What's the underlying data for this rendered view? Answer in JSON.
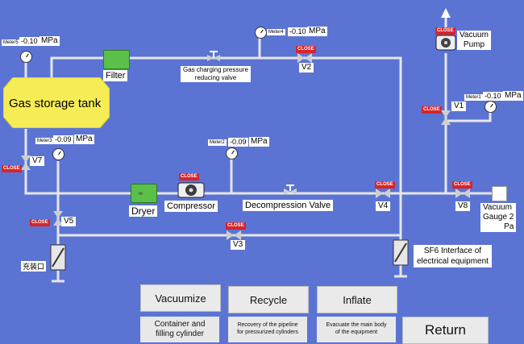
{
  "colors": {
    "background": "#5b74d4",
    "pipe": "#e6e6e6",
    "tank": "#f6ec56",
    "close_badge": "#d7242a",
    "filter_green": "#5ac04a"
  },
  "labels": {
    "tank": "Gas storage tank",
    "filter": "Filter",
    "dryer": "Dryer",
    "compressor": "Compressor",
    "decompression_valve": "Decompression Valve",
    "gas_charging_line1": "Gas charging pressure",
    "gas_charging_line2": "reducing valve",
    "vacuum_pump_line1": "Vacuum",
    "vacuum_pump_line2": "Pump",
    "vacuum_gauge_line1": "Vacuum",
    "vacuum_gauge_line2": "Gauge 2",
    "vacuum_gauge_unit": "Pa",
    "sf6_line1": "SF6 Interface of",
    "sf6_line2": "electrical equipment",
    "charging_port": "充装口"
  },
  "valves": {
    "v1": "V1",
    "v2": "V2",
    "v3": "V3",
    "v4": "V4",
    "v5": "V5",
    "v7": "V7",
    "v8": "V8"
  },
  "close_label": "CLOSE",
  "meters": {
    "meter1": {
      "name": "Meter1",
      "value": "-0.10",
      "unit": "MPa"
    },
    "meter2": {
      "name": "Meter2",
      "value": "-0.09",
      "unit": "MPa"
    },
    "meter3": {
      "name": "Meter3",
      "value": "-0.09",
      "unit": "MPa"
    },
    "meter4": {
      "name": "Meter4",
      "value": "-0.10",
      "unit": "MPa"
    },
    "meter5": {
      "name": "Meter5",
      "value": "-0.10",
      "unit": "MPa"
    }
  },
  "buttons": {
    "vacuumize": "Vacuumize",
    "recycle": "Recycle",
    "inflate": "Inflate",
    "return": "Return"
  },
  "descriptions": {
    "vacuumize_line1": "Container and",
    "vacuumize_line2": "filling cylinder",
    "recycle_line1": "Recovery of the pipeline",
    "recycle_line2": "for pressurized cylinders",
    "inflate_line1": "Evacuate the main body",
    "inflate_line2": "of the equipment"
  }
}
